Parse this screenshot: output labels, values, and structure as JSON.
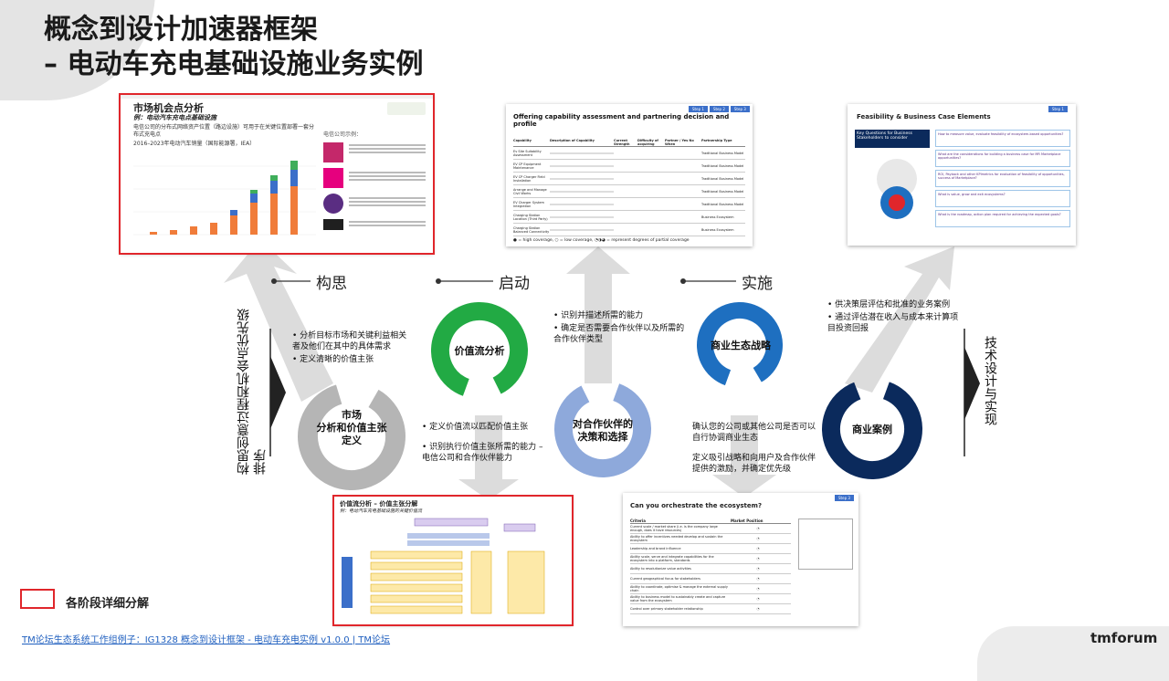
{
  "title": {
    "line1": "概念到设计加速器框架",
    "line2": "– 电动车充电基础设施业务实例"
  },
  "stages": {
    "concept": "构思",
    "launch": "启动",
    "implement": "实施"
  },
  "side_labels": {
    "left": "构思创意过程和机会点优先级排序",
    "right": "技术设计与实现"
  },
  "rings": [
    {
      "label": "市场\n分析和价值主张\n定义",
      "color": "#b5b5b5"
    },
    {
      "label": "价值流分析",
      "color": "#22aa44"
    },
    {
      "label": "对合作伙伴的决策和选择",
      "color": "#8ea9db"
    },
    {
      "label": "商业生态战略",
      "color": "#1e6fc0"
    },
    {
      "label": "商业案例",
      "color": "#0b2a5c"
    }
  ],
  "bullets": {
    "b1": [
      "分析目标市场和关键利益相关者及他们在其中的具体需求",
      "定义清晰的价值主张"
    ],
    "b2": [
      "识别并描述所需的能力",
      "确定是否需要合作伙伴以及所需的合作伙伴类型"
    ],
    "b3": [
      "供决策层评估和批准的业务案例",
      "通过评估潜在收入与成本来计算项目投资回报"
    ],
    "b4": [
      "定义价值流以匹配价值主张",
      "识别执行价值主张所需的能力 – 电信公司和合作伙伴能力"
    ],
    "b5": [
      "确认您的公司或其他公司是否可以自行协调商业生态",
      "定义吸引战略和向用户及合作伙伴提供的激励，并确定优先级"
    ]
  },
  "thumbs": {
    "market": {
      "title": "市场机会点分析",
      "subtitle": "例：电动汽车充电点基础设施",
      "text": "电信公司的分布式网络资产位置（路边设施）可用于在关键位置部署一套分布式充电点",
      "chart_title": "2016–2023年电动汽车销量（国际能源署，IEA）",
      "telco_title": "电信公司示例："
    },
    "offering": {
      "title": "Offering capability assessment and partnering decision and profile",
      "steps": [
        "Step 1",
        "Step 2",
        "Step 3"
      ],
      "legend": "● = high coverage, ○ = low coverage, ◔◑◕ = represent degrees of partial coverage",
      "columns": [
        "Capability",
        "Description of Capability",
        "Current Strength",
        "Difficulty of acquiring",
        "Partner / Yes No When",
        "Partnership Type"
      ],
      "rows": [
        [
          "Ev Site Suitability Assessment",
          "Traditional Business Model"
        ],
        [
          "EV CP Equipment Maintenance",
          "Traditional Business Model"
        ],
        [
          "EV CP Charger Field Installation",
          "Traditional Business Model"
        ],
        [
          "Arrange and Manage Civil Works",
          "Traditional Business Model"
        ],
        [
          "EV Charger System Integration",
          "Traditional Business Model"
        ],
        [
          "Charging Station Location (Third Party)",
          "Business Ecosystem"
        ],
        [
          "Charging Station Balanced Connectivity",
          "Business Ecosystem"
        ]
      ]
    },
    "feasibility": {
      "title": "Feasibility & Business Case Elements",
      "step": "Step 1",
      "key_q": "Key Questions for Business Stakeholders to consider",
      "questions": [
        "How to measure value, evaluate feasibility of ecosystem-based opportunities?",
        "What are the considerations for building a business case for MR Marketplace opportunities?",
        "ROI, Payback and other KPImetrics for evaluation of feasibility of opportunities, success of Marketplace?",
        "What is value, grow and exit ecosystems?",
        "What is the roadmap, action plan required for achieving the expected goals?"
      ]
    },
    "valuestream": {
      "title": "价值流分析 – 价值主张分解",
      "subtitle": "例：电动汽车充电基础设施的关键价值流"
    },
    "orchestrate": {
      "title": "Can you orchestrate the ecosystem?",
      "step": "Step 3",
      "criteria_header": "Criteria",
      "position_header": "Market Position",
      "criteria": [
        "Current scale / market share (i.e. is the company large enough, does it have resources)",
        "Ability to offer incentives needed develop and sustain the ecosystem",
        "Leadership and brand influence",
        "Ability scale, serve and integrate capabilities for the ecosystem into a platform, standards",
        "Ability to revolutionize value activities",
        "Current geographical focus for stakeholders",
        "Ability to coordinate, optimise & manage the external supply chain",
        "Ability to business model to sustainably create and capture value from the ecosystem",
        "Control over primary stakeholder relationship"
      ]
    }
  },
  "legend_box": "各阶段详细分解",
  "footer": {
    "link": "TM论坛生态系统工作组例子：IG1328 概念到设计框架 - 电动车充电实例 v1.0.0 | TM论坛",
    "logo": "tmforum"
  },
  "colors": {
    "accent_red": "#e0262b",
    "arrow_grey": "#d9d9d9"
  }
}
